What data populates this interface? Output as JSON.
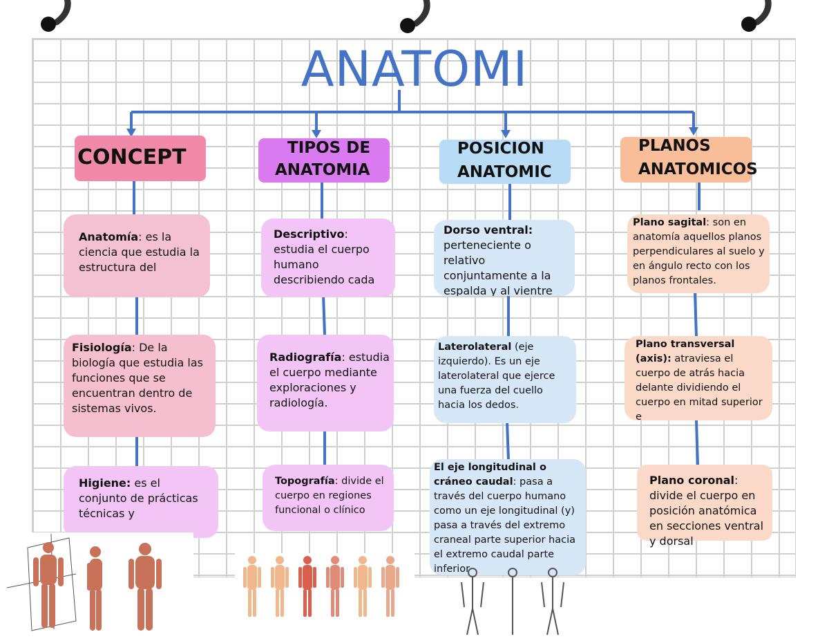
{
  "title": "ANATOMI",
  "columns": [
    {
      "header": [
        "CONCEPT"
      ],
      "color": "#f08aa8",
      "nodes": [
        {
          "term": "Anatomía",
          "sep": ": ",
          "text": "es la ciencia que estudia la estructura del"
        },
        {
          "term": "Fisiología",
          "sep": ": ",
          "text": "De la biología que estudia las funciones que se encuentran dentro de sistemas vivos."
        },
        {
          "term": "Higiene:",
          "sep": " ",
          "text": "es el conjunto de prácticas técnicas y"
        }
      ]
    },
    {
      "header": [
        "TIPOS DE",
        "ANATOMIA"
      ],
      "color": "#da7af0",
      "nodes": [
        {
          "term": "Descriptivo",
          "sep": ": ",
          "text": "estudia el cuerpo humano describiendo cada"
        },
        {
          "term": "Radiografía",
          "sep": ": ",
          "text": "estudia el cuerpo mediante exploraciones y radiología."
        },
        {
          "term": "Topografía",
          "sep": ": ",
          "text": "divide el cuerpo en regiones funcional o clínico"
        }
      ]
    },
    {
      "header": [
        "POSICION",
        "ANATOMIC"
      ],
      "color": "#b9dcf6",
      "nodes": [
        {
          "term": "Dorso ventral:",
          "sep": " ",
          "text": "perteneciente o relativo conjuntamente a la espalda y al vientre"
        },
        {
          "term": "Laterolateral",
          "sep": " ",
          "text": "(eje izquierdo). Es un eje laterolateral que ejerce una fuerza del cuello hacia los dedos."
        },
        {
          "term": "El eje longitudinal o cráneo caudal",
          "sep": ": ",
          "text": "pasa a través del cuerpo humano como un eje longitudinal (y) pasa a través del extremo craneal parte superior hacia el extremo caudal parte inferior"
        }
      ]
    },
    {
      "header": [
        "PLANOS",
        "ANATOMICOS"
      ],
      "color": "#f8bd99",
      "nodes": [
        {
          "term": "Plano sagital",
          "sep": ": ",
          "text": "son en anatomía aquellos planos perpendiculares al suelo y en ángulo recto con los planos frontales."
        },
        {
          "term": "Plano transversal (axis):",
          "sep": " ",
          "text": "atraviesa el cuerpo de atrás hacia delante dividiendo el cuerpo en mitad superior e"
        },
        {
          "term": "Plano coronal",
          "sep": ": ",
          "text": "divide el cuerpo en posición anatómica en secciones ventral y dorsal"
        }
      ]
    }
  ],
  "line_color": "#4472c4"
}
